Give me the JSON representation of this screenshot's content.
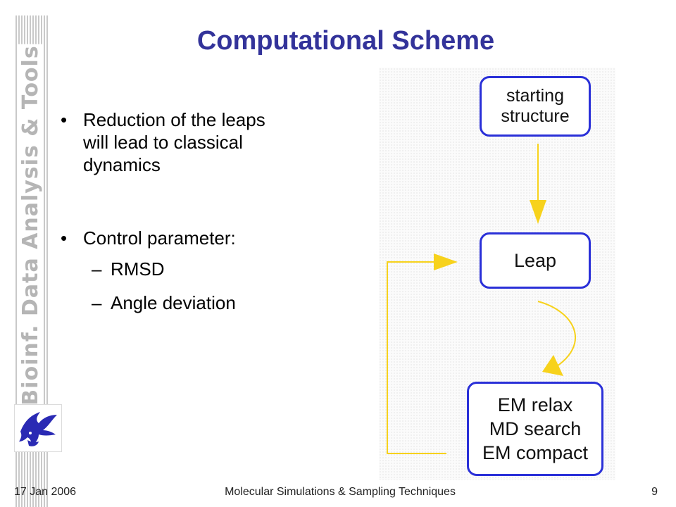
{
  "slide": {
    "title": "Computational Scheme",
    "side_label": "Bioinf. Data Analysis & Tools",
    "bullets": [
      {
        "text_lines": [
          "Reduction of the leaps",
          "will lead to classical",
          "dynamics"
        ]
      },
      {
        "text": "Control parameter:",
        "sub": [
          "RMSD",
          "Angle deviation"
        ]
      }
    ],
    "bullet_symbol": "•",
    "sub_symbol": "–"
  },
  "diagram": {
    "nodes": {
      "start": {
        "lines": [
          "starting",
          "structure"
        ]
      },
      "leap": {
        "lines": [
          "Leap"
        ]
      },
      "relax": {
        "lines": [
          "EM relax",
          "MD search",
          "EM compact"
        ]
      }
    },
    "colors": {
      "border": "#2a30d8",
      "arrow": "#f7d21c"
    }
  },
  "footer": {
    "date": "17 Jan 2006",
    "center": "Molecular Simulations & Sampling Techniques",
    "page": "9"
  }
}
